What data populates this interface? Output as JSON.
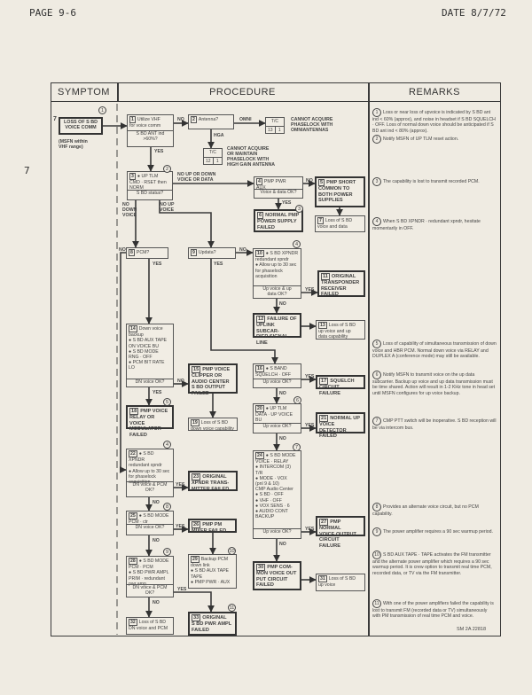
{
  "page_header": {
    "page": "PAGE 9-6",
    "date": "DATE 8/7/72",
    "margin_mark": "7"
  },
  "columns": {
    "symptom": "SYMPTOM",
    "procedure": "PROCEDURE",
    "remarks": "REMARKS"
  },
  "symptom": {
    "number": "7",
    "title": "LOSS OF S BD\nVOICE COMM",
    "note": "(MSFN within\nVHF range)",
    "remark_ref": "1"
  },
  "boxes": {
    "1": {
      "num": "1",
      "text": "Utilize VHF\nfor voice comm",
      "question": "S BD ANT ind\n>60%?"
    },
    "2": {
      "num": "2",
      "text": "Antenna?"
    },
    "3": {
      "num": "3",
      "text": "● UP TLM\nCMD · RSET then\nNORM",
      "question": "S BD status?"
    },
    "4": {
      "num": "4",
      "text": "PMP PWR\nAUX",
      "question": "Voice & data OK?"
    },
    "5": {
      "num": "5",
      "text": "PMP SHORT\nCOMMON TO\nBOTH POWER\nSUPPLIES"
    },
    "6": {
      "num": "6",
      "text": "NORMAL PMP\nPOWER SUPPLY\nFAILED"
    },
    "7": {
      "num": "7",
      "text": "Loss of S BD\nvoice and data"
    },
    "8": {
      "num": "8",
      "text": "PCM?"
    },
    "9": {
      "num": "9",
      "text": "Updata?"
    },
    "10": {
      "num": "10",
      "text": "● S BD XPNDR\nredundant xpndr\n● Allow up to 30 sec\nfor phaselock\nacquisition",
      "question": "Up voice & up\ndata OK?"
    },
    "11": {
      "num": "11",
      "text": "ORIGINAL\nTRANSPONDER\nRECEIVER\nFAILED"
    },
    "12": {
      "num": "12",
      "text": "FAILURE OF\nUPLINK SUBCAR-\nRIER SIGNAL\nLINE"
    },
    "13": {
      "num": "13",
      "text": "Loss of S BD\nup voice and up\ndata capability"
    },
    "14": {
      "num": "14",
      "text": "Down voice\nbackup\n● S BD AUX TAPE\nON VOICE BU\n● S BD MODE\nRNG · OFF\n● PCM BIT RATE\nLO",
      "question": "DN voice OK?"
    },
    "15": {
      "num": "15",
      "text": "PMP VOICE\nCLIPPER OR\nAUDIO CENTER\nS BD OUTPUT\nFAILED"
    },
    "16": {
      "num": "16",
      "text": "● S BAND\nSQUELCH · OFF",
      "question": "Up voice OK?"
    },
    "17": {
      "num": "17",
      "text": "SQUELCH\nCIRCUIT FAILURE"
    },
    "18": {
      "num": "18",
      "text": "PMP VOICE\nRELAY OR VOICE\nMODULATOR\nFAILED"
    },
    "19": {
      "num": "19",
      "text": "Loss of S BD\ndown voice capability"
    },
    "20": {
      "num": "20",
      "text": "● UP TLM\nDATA · UP VOICE\nBU",
      "question": "Up voice OK?"
    },
    "21": {
      "num": "21",
      "text": "NORMAL UP\nVOICE DETECTOR\nFAILED"
    },
    "22": {
      "num": "22",
      "text": "● S BD XPNDR\nredundant xpndr\n● Allow up to 30 sec\nfor phaselock\nacquisition",
      "question": "DN voice & PCM\nOK?"
    },
    "23": {
      "num": "23",
      "text": "ORIGINAL\nXPNDR TRANS-\nMITTER FAILED"
    },
    "24": {
      "num": "24",
      "text": "● S BD MODE\nVOICE · RELAY\n● INTERCOM (3)\nT/R\n● MODE · VOX\n(pnl 9 & 10)\nCMP Audio Center\n● S BD · OFF\n● VHF · OFF\n● VOX SENS · 6\n● AUDIO CONT\nBACKUP",
      "question": "Up voice OK?"
    },
    "25": {
      "num": "25",
      "text": "● S BD MODE\nPCM · ctr",
      "question": "DN voice OK?"
    },
    "26": {
      "num": "26",
      "text": "PMP PM\nMIXER FAILED"
    },
    "27": {
      "num": "27",
      "text": "PMP NORMAL\nVOICE OUTPUT\nCIRCUIT FAILURE"
    },
    "28": {
      "num": "28",
      "text": "● S BD MODE\nPCM · PCM\n● S BD PWR AMPL\nPRIM · redundant\npwr amp",
      "question": "DN voice & PCM\nOK?"
    },
    "29": {
      "num": "29",
      "text": "Backup PCM\ndown link\n● S BD AUX TAPE\nTAPE\n● PMP PWR · AUX"
    },
    "30": {
      "num": "30",
      "text": "PMP COM-\nMON VOICE OUT\nPUT CIRCUIT\nFAILED"
    },
    "31": {
      "num": "31",
      "text": "Loss of S BD\nup voice"
    },
    "32": {
      "num": "32",
      "text": "Loss of S BD\nDN voice and PCM"
    },
    "33": {
      "num": "33",
      "text": "ORIGINAL\nS BD PWR AMPL\nFAILED"
    }
  },
  "transfer_codes": [
    {
      "label": "T/C",
      "a": "13",
      "b": "1",
      "text": "CANNOT ACQUIRE\nPHASELOCK WITH\nOMNIANTENNAS"
    },
    {
      "label": "T/C",
      "a": "12",
      "b": "1",
      "text": "CANNOT ACQUIRE\nOR MAINTAIN\nPHASELOCK WITH\nHIGH GAIN ANTENNA"
    }
  ],
  "flow_labels": [
    "NO",
    "OMNI",
    "HGA",
    "YES",
    "NO UP OR DOWN\nVOICE OR DATA",
    "NO",
    "YES",
    "NO\nDOWN\nVOICE",
    "NO UP\nVOICE",
    "NO",
    "YES",
    "NO",
    "YES",
    "YES",
    "NO",
    "NO",
    "YES",
    "YES",
    "NO",
    "YES",
    "NO",
    "YES",
    "NO",
    "YES",
    "NO",
    "YES",
    "NO",
    "YES",
    "NO"
  ],
  "circle_refs": [
    "2",
    "3",
    "4",
    "5",
    "6",
    "4",
    "7",
    "8",
    "9",
    "10",
    "11"
  ],
  "remarks": [
    {
      "n": "1",
      "text": "Loss or near loss of upvoice is indicated by S BD ant ind < 60% (approx), and noise in headset if S BD SQUELCH · OFF. Loss of normal down voice should be anticipated if S BD ant ind < 80% (approx)."
    },
    {
      "n": "2",
      "text": "Notify MSFN of UP TLM reset action."
    },
    {
      "n": "3",
      "text": "The capability is lost to transmit recorded PCM."
    },
    {
      "n": "4",
      "text": "When S BD XPNDR · redundant xpndr, hesitate momentarily in OFF."
    },
    {
      "n": "5",
      "text": "Loss of capability of simultaneous transmission of down voice and HBR PCM. Normal down voice via RELAY and DUPLEX A (conference mode) may still be available."
    },
    {
      "n": "6",
      "text": "Notify MSFN to transmit voice on the up data subcarrier. Backup up voice and up data transmission must be time shared. Action will result in 1-2 KHz tone in head set until MSFN configures for up voice backup."
    },
    {
      "n": "7",
      "text": "CMP PTT switch will be inoperative. S BD reception will be via intercom bus."
    },
    {
      "n": "8",
      "text": "Provides an alternate voice circuit, but no PCM capability."
    },
    {
      "n": "9",
      "text": "The power amplifier requires a 90 sec warmup period."
    },
    {
      "n": "10",
      "text": "S BD AUX TAPE · TAPE activates the FM transmitter and the alternate power amplifier which requires a 90 sec warmup period. It is crew option to transmit real time PCM, recorded data, or TV via the FM transmitter."
    },
    {
      "n": "11",
      "text": "With one of the power amplifiers failed the capability is lost to transmit FM (recorded data or TV) simultaneously with PM transmission of real time PCM and voice."
    }
  ],
  "doc_id": "SM 2A 22818"
}
